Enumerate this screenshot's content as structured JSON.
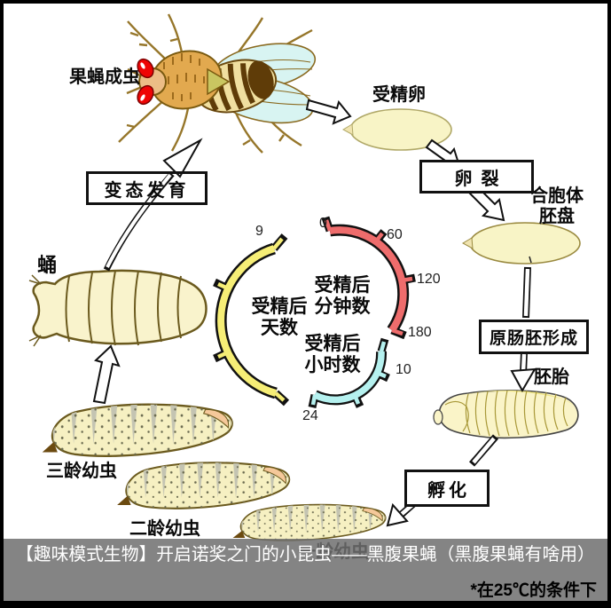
{
  "caption_bar": {
    "title": "【趣味模式生物】开启诺奖之门的小昆虫——黑腹果蝇（黑腹果蝇有啥用）",
    "footnote": "*在25℃的条件下",
    "bar_color": "#838383",
    "text_color": "#ffffff"
  },
  "cycle": {
    "adult_label": "果蝇成虫",
    "fertilized_egg_label": "受精卵",
    "blastoderm_label": "合胞体胚盘",
    "embryo_label": "胚胎",
    "first_instar_label": "一龄幼虫",
    "second_instar_label": "二龄幼虫",
    "third_instar_label": "三龄幼虫",
    "pupa_label": "蛹"
  },
  "processes": {
    "cleavage": "卵裂",
    "gastrulation": "原肠胚形成",
    "hatching": "孵化",
    "metamorphosis": "变态发育"
  },
  "timelines": {
    "minutes": {
      "label": "受精后分钟数",
      "color": "#ee6c6c",
      "ticks": [
        "0",
        "60",
        "120",
        "180"
      ]
    },
    "hours": {
      "label": "受精后小时数",
      "color": "#b5f1ef",
      "ticks": [
        "10",
        "24"
      ]
    },
    "days": {
      "label": "受精后天数",
      "color": "#f6ee76",
      "ticks": [
        "9"
      ]
    }
  }
}
